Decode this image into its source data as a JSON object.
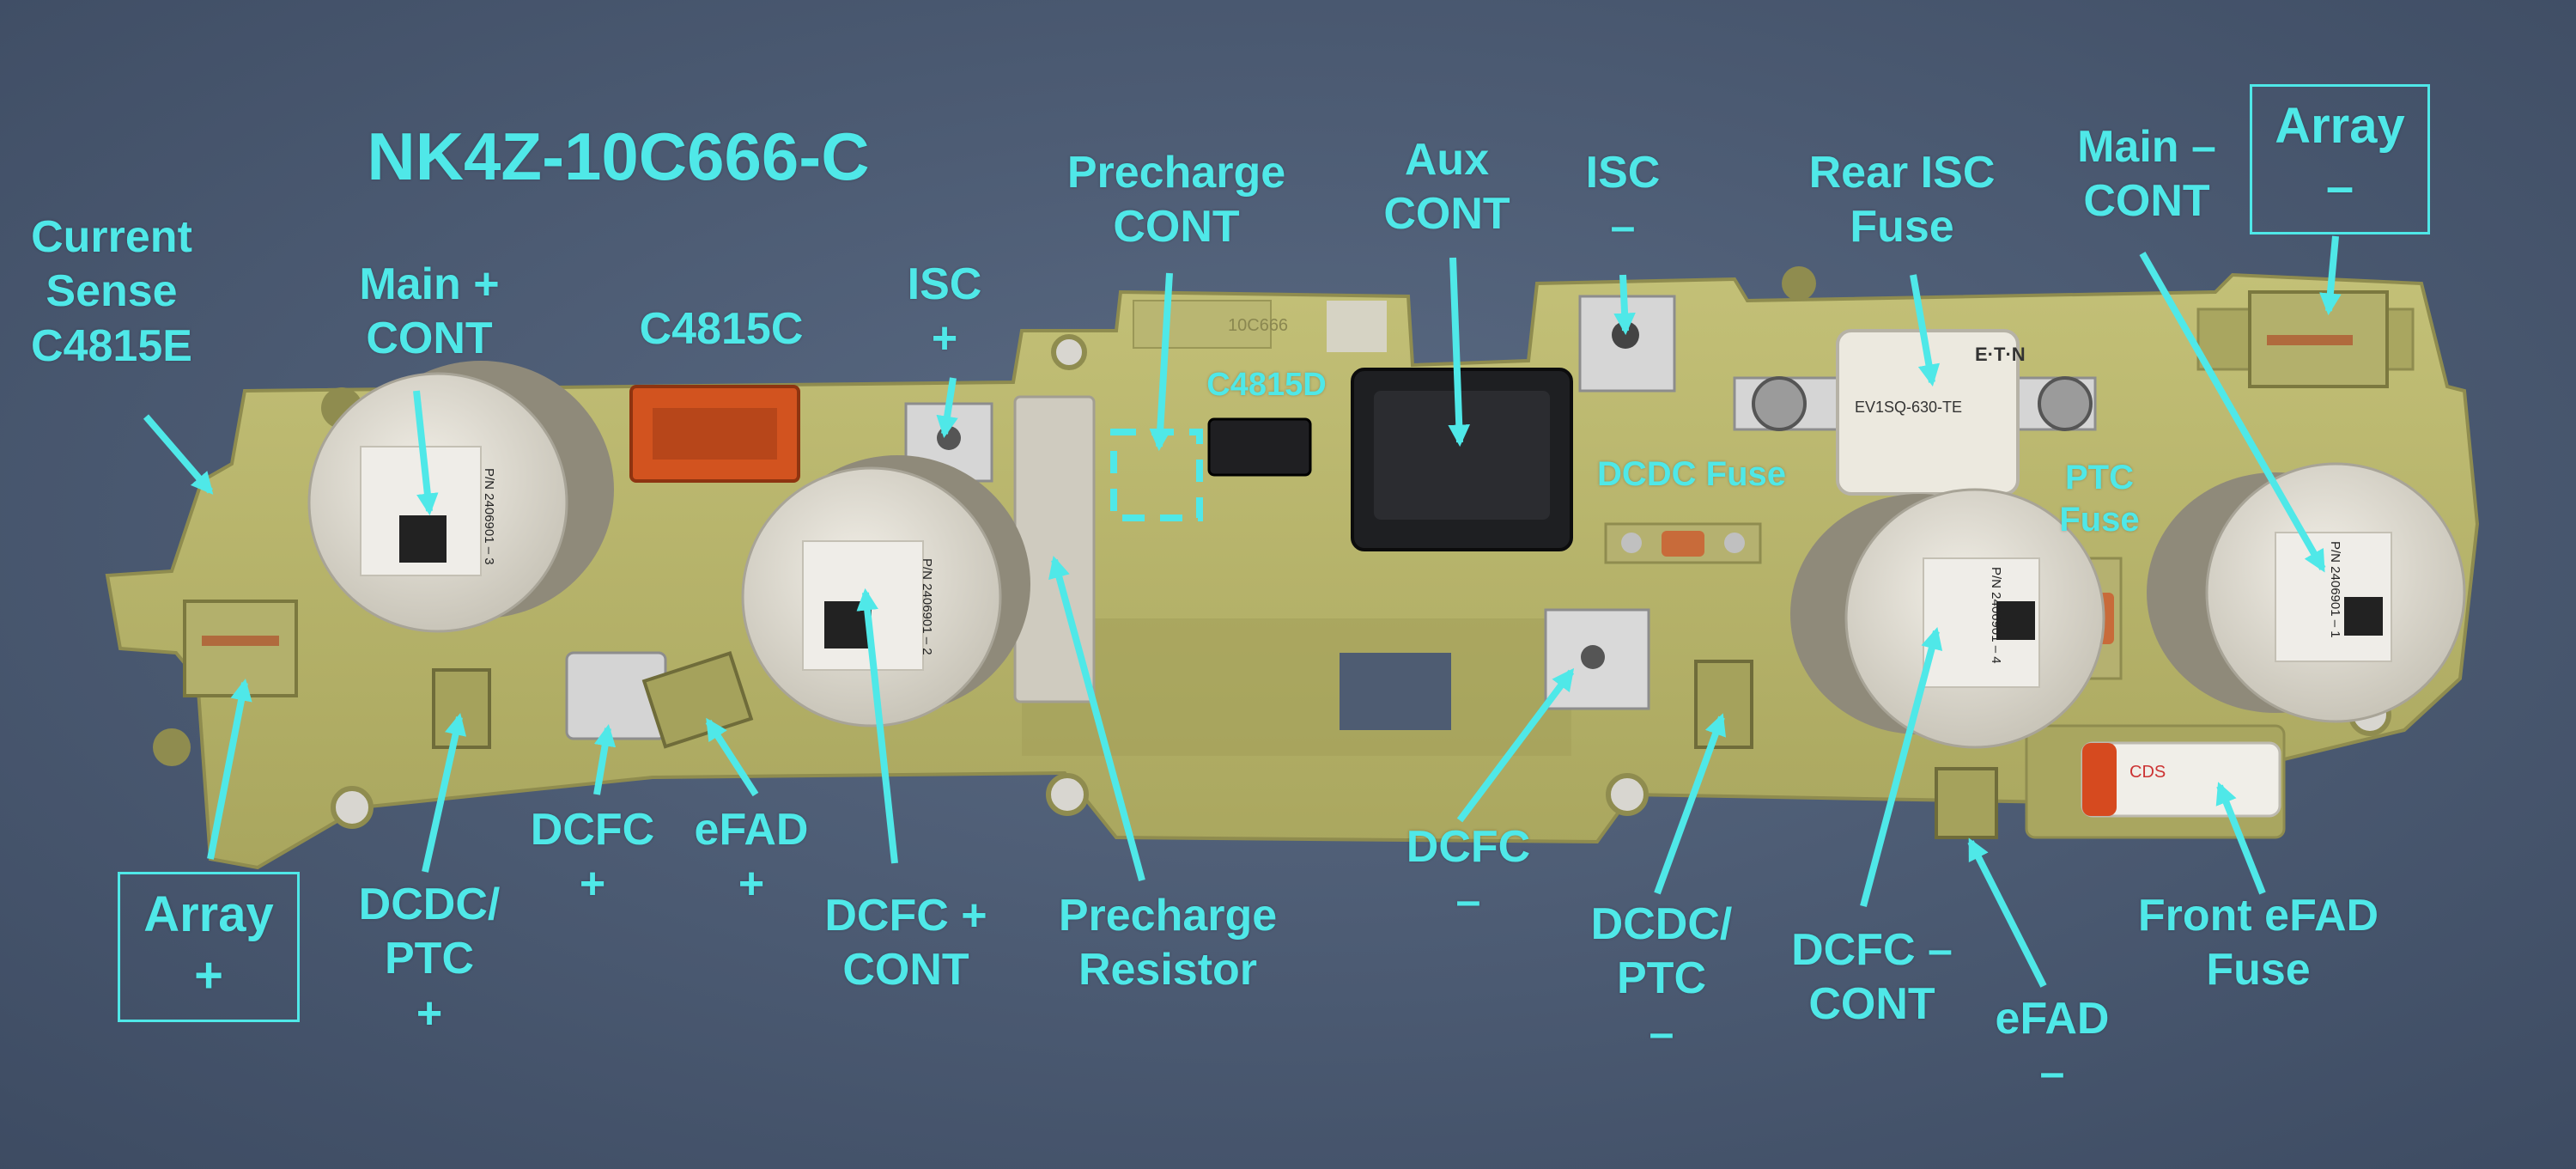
{
  "colors": {
    "label": "#4fe8e8",
    "background_carpet": "#4a5a72",
    "housing": "#b7b46a",
    "contactor": "#d9d4c8",
    "connector_orange": "#d2531f"
  },
  "labels": {
    "part_number": "NK4Z-10C666-C",
    "current_sense": "Current\nSense\nC4815E",
    "main_plus_cont": "Main +\nCONT",
    "c4815c": "C4815C",
    "isc_plus": "ISC\n+",
    "precharge_cont": "Precharge\nCONT",
    "c4815d": "C4815D",
    "aux_cont": "Aux\nCONT",
    "isc_minus": "ISC\n–",
    "rear_isc_fuse": "Rear ISC\nFuse",
    "main_minus_cont": "Main –\nCONT",
    "array_minus": "Array\n–",
    "dcdc_fuse": "DCDC Fuse",
    "ptc_fuse": "PTC\nFuse",
    "array_plus": "Array\n+",
    "dcdc_ptc_plus": "DCDC/\nPTC\n+",
    "dcfc_plus": "DCFC\n+",
    "efad_plus": "eFAD\n+",
    "dcfc_plus_cont": "DCFC +\nCONT",
    "precharge_resistor": "Precharge\nResistor",
    "dcfc_minus": "DCFC\n–",
    "dcdc_ptc_minus": "DCDC/\nPTC\n–",
    "dcfc_minus_cont": "DCFC –\nCONT",
    "efad_minus": "eFAD\n–",
    "front_efad_fuse": "Front eFAD\nFuse"
  },
  "component_text": {
    "contactor_pn_1": "P/N 2406901 – 3",
    "contactor_pn_2": "P/N 2406901 – 2",
    "contactor_pn_3": "P/N 2406901 – 4",
    "contactor_pn_4": "P/N 2406901 – 1",
    "fuse_brand": "E·T·N",
    "fuse_model": "EV1SQ-630-TE",
    "efad_fuse_text": "CDS",
    "housing_mark": "10C666"
  }
}
